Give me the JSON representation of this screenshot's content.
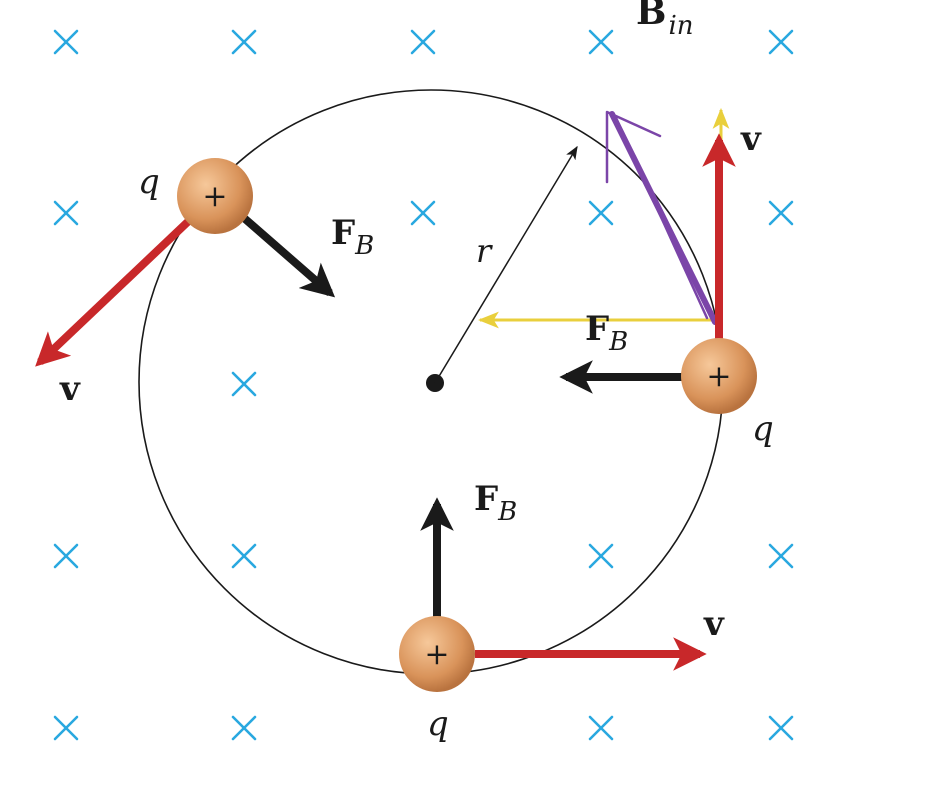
{
  "field": {
    "label_main": "B",
    "label_sub": "in",
    "symbol_name": "cross-icon",
    "symbol_color": "#29a8e0"
  },
  "orbit": {
    "radius_label": "r"
  },
  "charges": {
    "label": "q",
    "sign": "+",
    "color": "#d9935a"
  },
  "vectors": {
    "velocity_label": "v",
    "velocity_color": "#c8282a",
    "force_label_main": "F",
    "force_label_sub": "B",
    "force_color": "#1a1a1a"
  },
  "annotations": {
    "yellow_color": "#e9cf3c",
    "purple_color": "#7b45a8"
  }
}
